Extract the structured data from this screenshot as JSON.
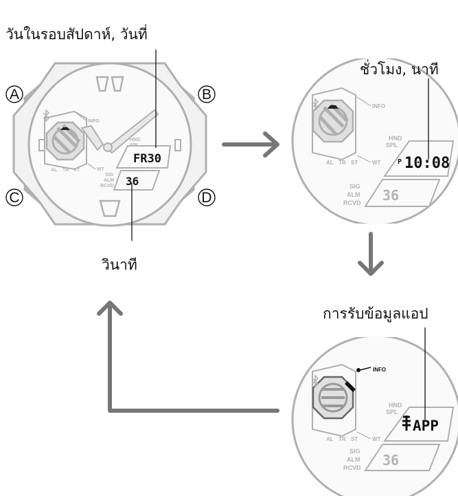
{
  "captions": {
    "day_date": "วันในรอบสัปดาห์, วันที่",
    "seconds": "วินาที",
    "hour_minute": "ชั่วโมง, นาที",
    "app_info": "การรับข้อมูลแอป"
  },
  "buttons": {
    "a": "A",
    "b": "B",
    "c": "C",
    "d": "D"
  },
  "dial_labels": {
    "info": "INFO",
    "hnd": "HND",
    "spl": "SPL",
    "wt": "WT",
    "sig": "SIG",
    "alm": "ALM",
    "rcvd": "RCVD",
    "al": "AL",
    "tr": "TR",
    "st": "ST"
  },
  "displays": {
    "screen1_top": "FR30",
    "screen1_bottom": "36",
    "screen2_pm": "P",
    "screen2_top": "10:08",
    "screen2_bottom": "36",
    "screen3_top": "APP",
    "screen3_bottom": "36"
  },
  "colors": {
    "watch_outline": "#b0b0b0",
    "watch_fill": "#f2f2f2",
    "button": "#b3b3b3",
    "arrow": "#777777",
    "lcd_text": "#111111"
  }
}
